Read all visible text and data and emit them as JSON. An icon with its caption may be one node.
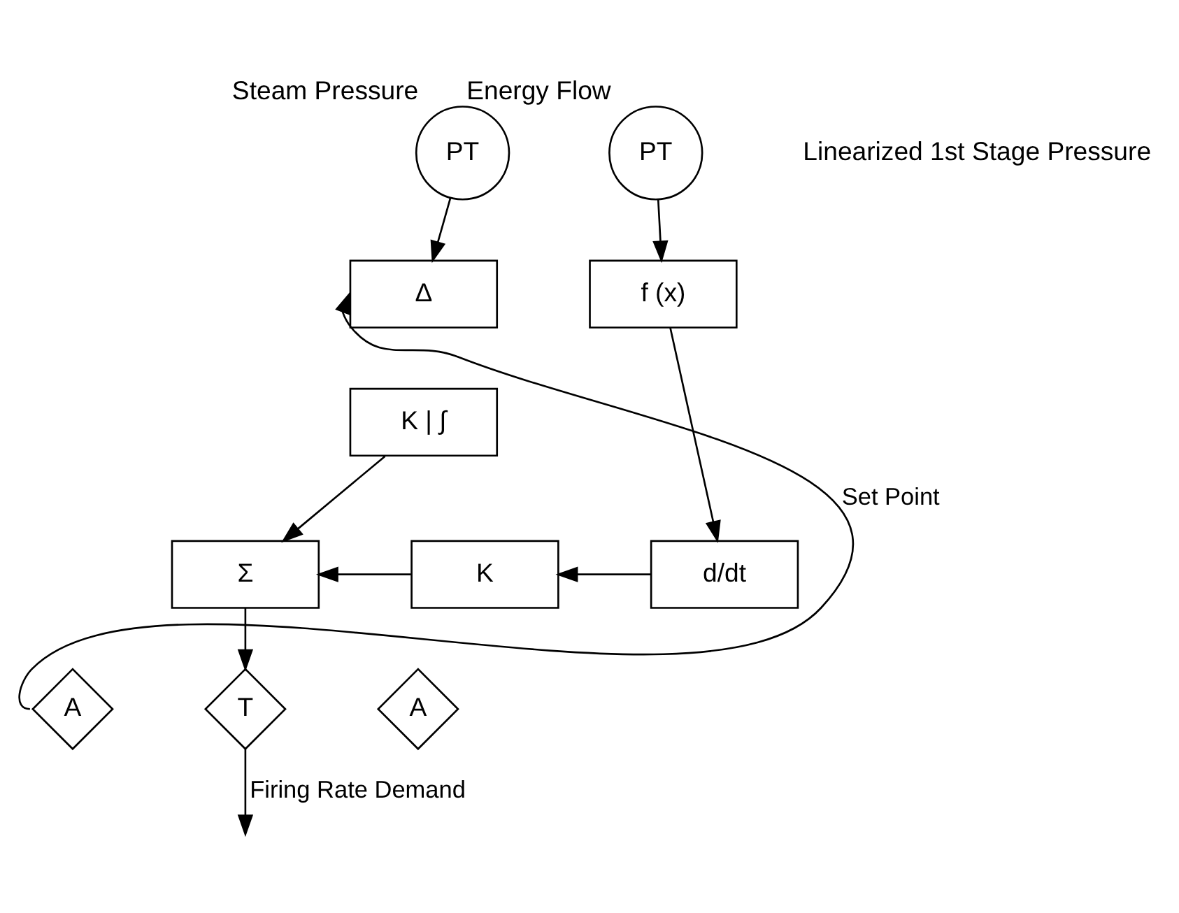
{
  "diagram": {
    "nodes": [
      {
        "text": [
          "PT"
        ],
        "beside": [
          "Steam Pressure"
        ]
      },
      {
        "text": [
          "Δ"
        ]
      },
      {
        "text": [
          "K | ∫"
        ]
      },
      {
        "text": [
          "Σ"
        ]
      },
      {
        "text": [
          "K"
        ]
      },
      {
        "text": [
          "d/dt"
        ]
      },
      {
        "text": [
          "PT"
        ],
        "beside": [
          "Energy Flow"
        ]
      },
      {
        "text": [
          "f (x)"
        ]
      },
      {
        "text": [
          "A"
        ]
      },
      {
        "text": [
          "T"
        ]
      },
      {
        "text": [
          "A"
        ]
      }
    ],
    "edges": [
      {
        "from": 0,
        "to": 1,
        "arrow": "to"
      },
      {
        "from": 2,
        "to": 3,
        "arrow": "to"
      },
      {
        "from": 6,
        "to": 7,
        "arrow": "to"
      },
      {
        "from": 7,
        "to": 5,
        "arrow": "to"
      },
      {
        "from": 5,
        "to": 4,
        "arrow": "to"
      },
      {
        "from": 4,
        "to": 3,
        "arrow": "to"
      },
      {
        "from": 3,
        "to": 9,
        "arrow": "to"
      },
      {
        "from": 8,
        "to": 1,
        "arrow": "to",
        "label": "Set Point"
      },
      {
        "from": 9,
        "to": null,
        "arrow": "to",
        "label": "Firing Rate Demand"
      }
    ],
    "labels": [
      "Linearized 1st Stage Pressure"
    ]
  }
}
